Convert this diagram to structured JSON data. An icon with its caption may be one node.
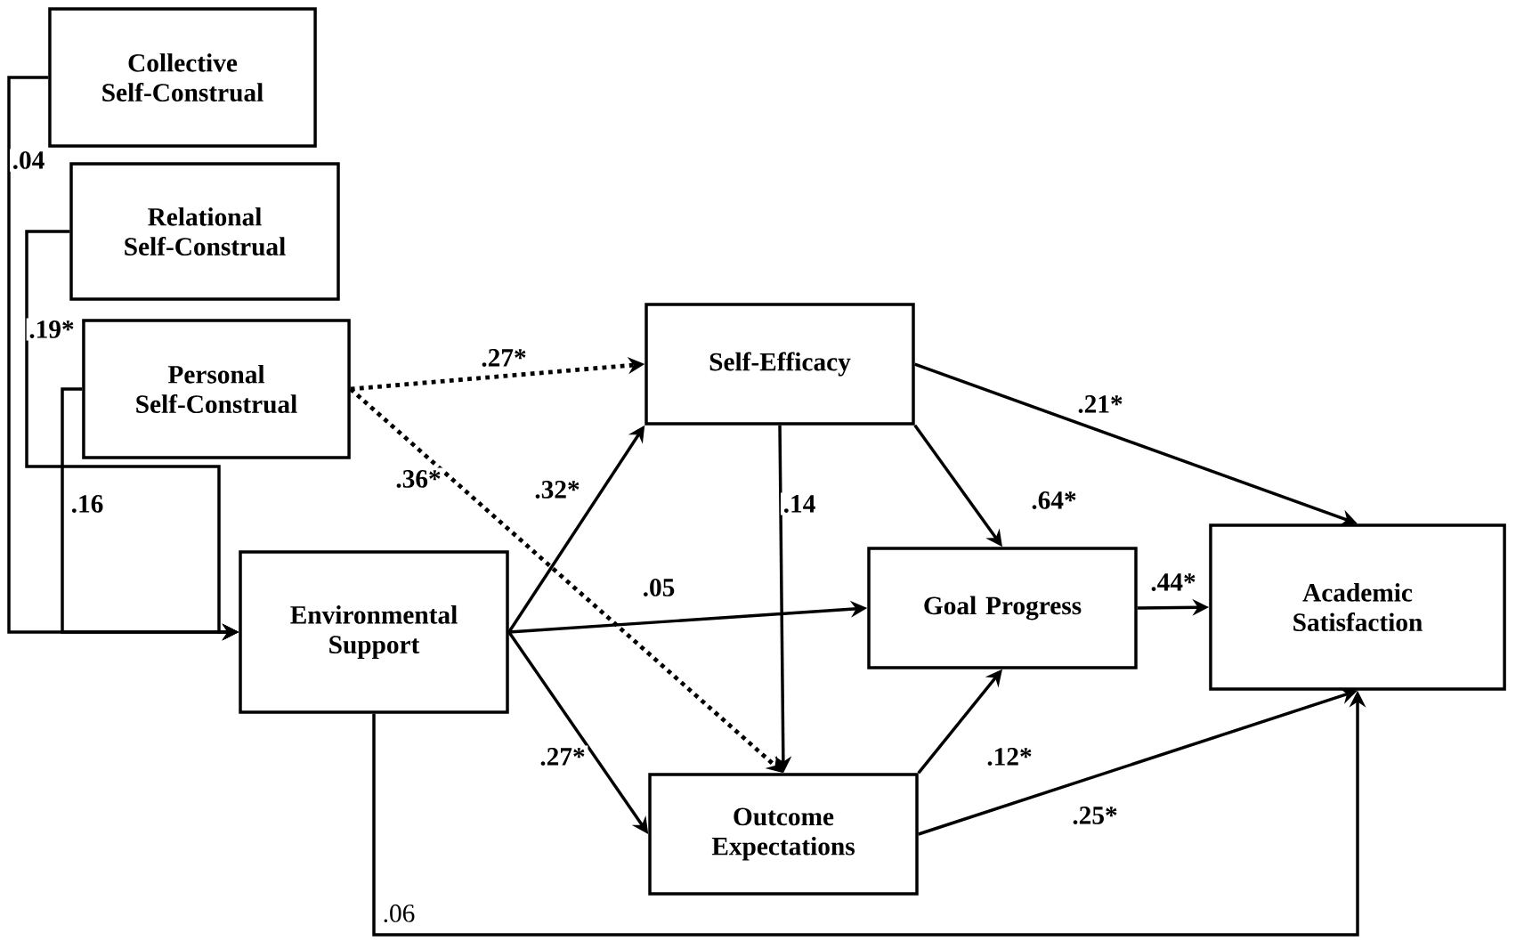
{
  "diagram": {
    "nodes": [
      {
        "text": [
          "Collective Self-Construal"
        ]
      },
      {
        "text": [
          "Relational Self-Construal"
        ]
      },
      {
        "text": [
          "Personal Self-Construal"
        ]
      },
      {
        "text": [
          "Environmental Support"
        ]
      },
      {
        "text": [
          "Self-Efficacy"
        ]
      },
      {
        "text": [
          "Goal Progress"
        ]
      },
      {
        "text": [
          "Outcome Expectations"
        ]
      },
      {
        "text": [
          "Academic Satisfaction"
        ]
      }
    ],
    "edges": [
      {
        "from": 0,
        "to": 3,
        "arrow": "to",
        "label": ".04"
      },
      {
        "from": 1,
        "to": 3,
        "arrow": "to",
        "label": ".19*"
      },
      {
        "from": 2,
        "to": 3,
        "arrow": "to",
        "label": ".16"
      },
      {
        "from": 2,
        "to": 4,
        "arrow": "to",
        "label": ".27*",
        "style": "dashed"
      },
      {
        "from": 2,
        "to": 6,
        "arrow": "to",
        "label": ".36*",
        "style": "dashed"
      },
      {
        "from": 3,
        "to": 4,
        "arrow": "to",
        "label": ".32*"
      },
      {
        "from": 3,
        "to": 5,
        "arrow": "to",
        "label": ".05"
      },
      {
        "from": 3,
        "to": 6,
        "arrow": "to",
        "label": ".27*"
      },
      {
        "from": 3,
        "to": 7,
        "arrow": "to",
        "label": ".06"
      },
      {
        "from": 4,
        "to": 5,
        "arrow": "to",
        "label": ".64*"
      },
      {
        "from": 4,
        "to": 6,
        "arrow": "to",
        "label": ".14"
      },
      {
        "from": 4,
        "to": 7,
        "arrow": "to",
        "label": ".21*"
      },
      {
        "from": 6,
        "to": 5,
        "arrow": "to",
        "label": ".12*"
      },
      {
        "from": 6,
        "to": 7,
        "arrow": "to",
        "label": ".25*"
      },
      {
        "from": 5,
        "to": 7,
        "arrow": "to",
        "label": ".44*"
      }
    ]
  }
}
